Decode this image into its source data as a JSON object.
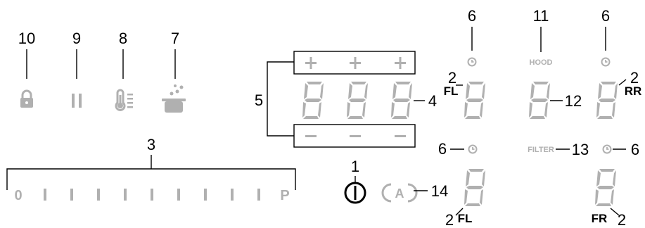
{
  "callouts": {
    "n1": "1",
    "n2": "2",
    "n3": "3",
    "n4": "4",
    "n5": "5",
    "n6": "6",
    "n7": "7",
    "n8": "8",
    "n9": "9",
    "n10": "10",
    "n11": "11",
    "n12": "12",
    "n13": "13",
    "n14": "14"
  },
  "zone_labels": {
    "front_left": "FL",
    "rear_right": "RR",
    "front_right": "FR"
  },
  "indicators": {
    "hood": "HOOD",
    "filter": "FILTER"
  },
  "slider_scale": {
    "min": "0",
    "max": "P"
  },
  "colors": {
    "icon_gray": "#b0b0b0",
    "line": "#000000"
  },
  "icons": [
    "lock-icon",
    "pause-icon",
    "thermometer-icon",
    "boil-pot-icon",
    "power-icon",
    "auto-icon",
    "timer-icon"
  ]
}
